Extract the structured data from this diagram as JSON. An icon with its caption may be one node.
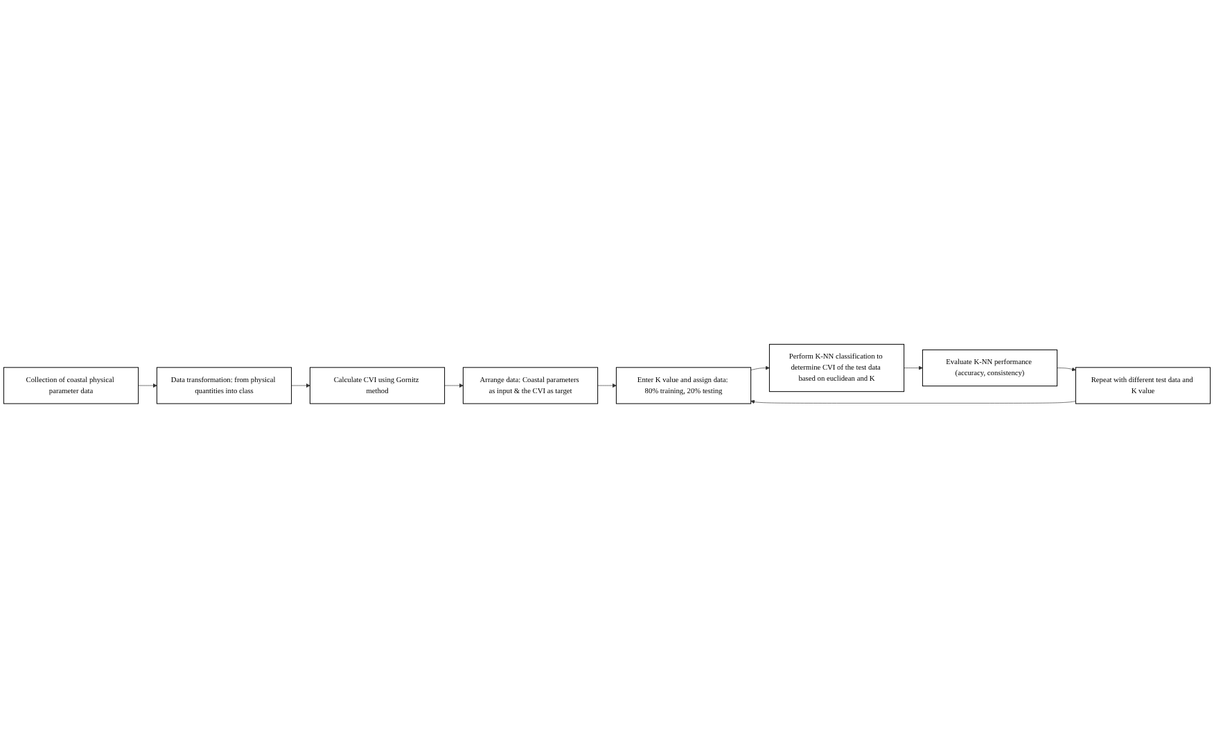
{
  "diagram": {
    "nodes": [
      {
        "text": [
          "Collection of coastal physical parameter data"
        ]
      },
      {
        "text": [
          "Data transformation: from physical quantities into class"
        ]
      },
      {
        "text": [
          "Arrange data: Coastal parameters as input & the CVI as target"
        ]
      },
      {
        "text": [
          "Calculate CVI using Gornitz method"
        ]
      },
      {
        "text": [
          "Enter K value and assign data: 80% training, 20% testing"
        ]
      },
      {
        "text": [
          "Perform K-NN classification to determine CVI of the test data based on euclidean and K"
        ]
      },
      {
        "text": [
          "Repeat with different test data and K value"
        ]
      },
      {
        "text": [
          "Evaluate K-NN performance (accuracy, consistency)"
        ]
      }
    ],
    "edges": [
      {
        "from": 0,
        "to": 1,
        "arrow": "to"
      },
      {
        "from": 1,
        "to": 3,
        "arrow": "to"
      },
      {
        "from": 3,
        "to": 2,
        "arrow": "to"
      },
      {
        "from": 2,
        "to": 4,
        "arrow": "to"
      },
      {
        "from": 4,
        "to": 5,
        "arrow": "to"
      },
      {
        "from": 5,
        "to": 7,
        "arrow": "to"
      },
      {
        "from": 7,
        "to": 6,
        "arrow": "to"
      },
      {
        "from": 6,
        "to": 4,
        "arrow": "to"
      }
    ]
  }
}
